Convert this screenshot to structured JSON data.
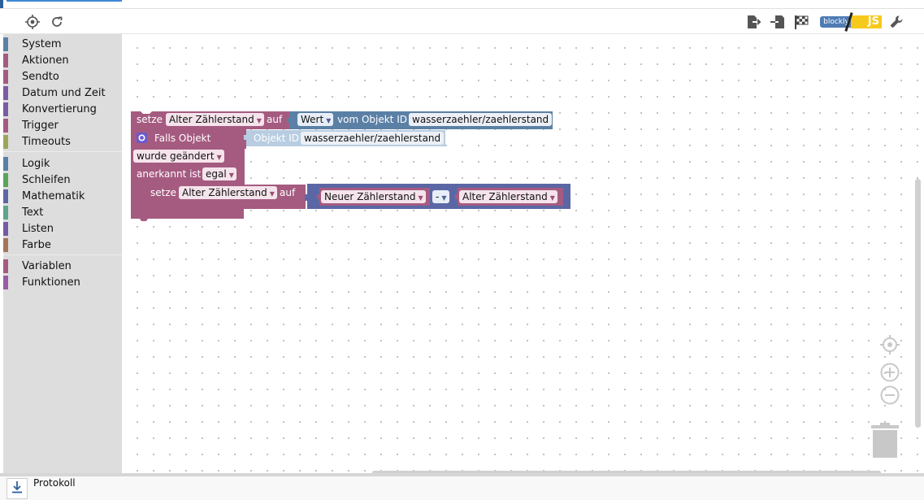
{
  "colors": {
    "system": "#5b80a5",
    "aktionen": "#a55b80",
    "sendto": "#a55b80",
    "datum": "#7b5ba5",
    "konvertierung": "#7b5ba5",
    "trigger": "#a55b80",
    "timeouts": "#9da55b",
    "logik": "#5b80a5",
    "schleifen": "#5ba55b",
    "mathematik": "#5b67a5",
    "text": "#5ba58c",
    "listen": "#745ba5",
    "farbe": "#a5745b",
    "variablen": "#a55b80",
    "funktionen": "#995ba5",
    "block_pink": "#a55b80",
    "block_blue": "#5b80a5",
    "block_indigo": "#5b67a5",
    "block_light_blue": "#b8cde2"
  },
  "toolbar": {
    "icons": [
      "locate-icon",
      "refresh-icon",
      "export-icon",
      "import-icon",
      "flag-icon",
      "wrench-icon"
    ],
    "mode_blockly": "blockly",
    "mode_js": "JS"
  },
  "sidebar": {
    "categories": [
      {
        "label": "System"
      },
      {
        "label": "Aktionen"
      },
      {
        "label": "Sendto"
      },
      {
        "label": "Datum und Zeit"
      },
      {
        "label": "Konvertierung"
      },
      {
        "label": "Trigger"
      },
      {
        "label": "Timeouts"
      },
      {
        "label": "Logik"
      },
      {
        "label": "Schleifen"
      },
      {
        "label": "Mathematik"
      },
      {
        "label": "Text"
      },
      {
        "label": "Listen"
      },
      {
        "label": "Farbe"
      },
      {
        "label": "Variablen"
      },
      {
        "label": "Funktionen"
      }
    ]
  },
  "blocks": {
    "set1": {
      "setze": "setze",
      "var": "Alter Zählerstand",
      "auf": "auf",
      "wert": "Wert",
      "vom_objekt": "vom Objekt ID",
      "object_id": "wasserzaehler/zaehlerstand"
    },
    "trigger": {
      "title": "Falls Objekt",
      "objekt_id_label": "Objekt ID",
      "objekt_id_value": "wasserzaehler/zaehlerstand",
      "condition": "wurde geändert",
      "anerkannt": "anerkannt ist",
      "anerkannt_value": "egal"
    },
    "set2": {
      "setze": "setze",
      "var": "Alter Zählerstand",
      "auf": "auf",
      "left": "Neuer Zählerstand",
      "op": "-",
      "right": "Alter Zählerstand"
    }
  },
  "bottom": {
    "log_label": "Protokoll"
  }
}
